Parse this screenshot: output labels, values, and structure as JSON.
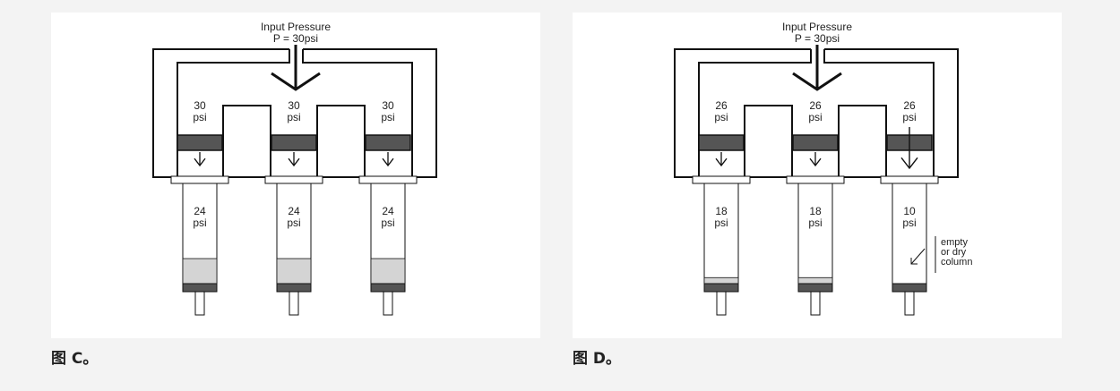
{
  "colors": {
    "page_bg": "#f3f3f3",
    "panel_bg": "#ffffff",
    "stroke": "#111111",
    "frit": "#555555",
    "liquid": "#d4d4d4"
  },
  "figures": [
    {
      "id": "c",
      "caption": "图 C。",
      "input_title": "Input Pressure",
      "input_value": "P = 30psi",
      "chambers": [
        {
          "value": "30",
          "unit": "psi"
        },
        {
          "value": "30",
          "unit": "psi"
        },
        {
          "value": "30",
          "unit": "psi"
        }
      ],
      "columns": [
        {
          "value": "24",
          "unit": "psi",
          "liquid_fraction": 0.25,
          "dry": false
        },
        {
          "value": "24",
          "unit": "psi",
          "liquid_fraction": 0.25,
          "dry": false
        },
        {
          "value": "24",
          "unit": "psi",
          "liquid_fraction": 0.25,
          "dry": false
        }
      ],
      "annotation": null
    },
    {
      "id": "d",
      "caption": "图 D。",
      "input_title": "Input Pressure",
      "input_value": "P = 30psi",
      "chambers": [
        {
          "value": "26",
          "unit": "psi"
        },
        {
          "value": "26",
          "unit": "psi"
        },
        {
          "value": "26",
          "unit": "psi"
        }
      ],
      "columns": [
        {
          "value": "18",
          "unit": "psi",
          "liquid_fraction": 0.06,
          "dry": false
        },
        {
          "value": "18",
          "unit": "psi",
          "liquid_fraction": 0.06,
          "dry": false
        },
        {
          "value": "10",
          "unit": "psi",
          "liquid_fraction": 0,
          "dry": true
        }
      ],
      "annotation": {
        "lines": [
          "empty",
          "or dry",
          "column"
        ]
      }
    }
  ]
}
